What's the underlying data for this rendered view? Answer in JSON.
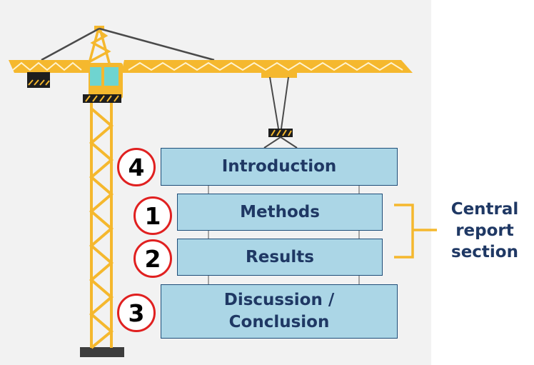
{
  "sections": [
    {
      "id": "introduction",
      "label": "Introduction",
      "order": "4"
    },
    {
      "id": "methods",
      "label": "Methods",
      "order": "1"
    },
    {
      "id": "results",
      "label": "Results",
      "order": "2"
    },
    {
      "id": "discussion",
      "label": "Discussion /\nConclusion",
      "order": "3"
    }
  ],
  "bracket_label": "Central\nreport\nsection",
  "colors": {
    "crane": "#f5b82e",
    "box_fill": "#abd6e6",
    "box_border": "#1f4e79",
    "text": "#1f3864",
    "badge_border": "#e02020",
    "bracket": "#f5b82e"
  },
  "icons": [
    "crane-illustration",
    "crane-hook-icon"
  ]
}
